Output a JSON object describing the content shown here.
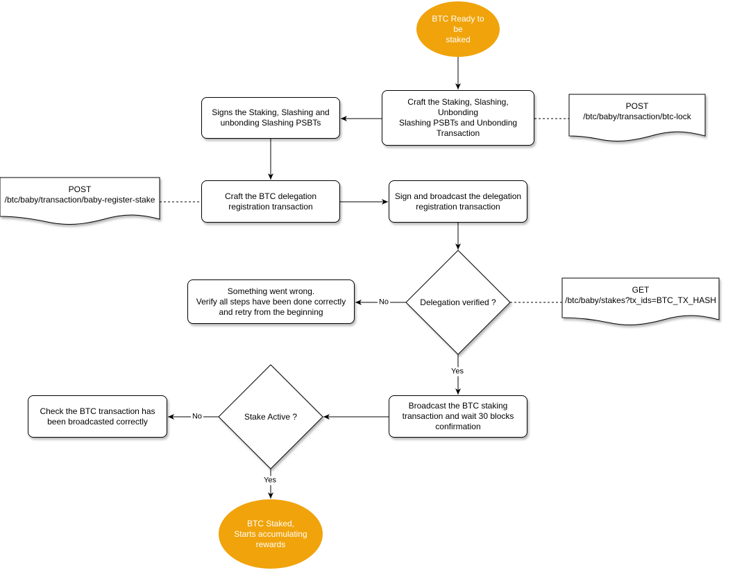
{
  "colors": {
    "accent": "#f0a30a",
    "line": "#000000",
    "background": "#ffffff"
  },
  "nodes": {
    "start": "BTC Ready to be\nstaked",
    "craft_psbts": "Craft the Staking, Slashing, Unbonding\nSlashing PSBTs and Unbonding\nTransaction",
    "sign_psbts": "Signs the Staking, Slashing and\nunbonding Slashing PSBTs",
    "craft_delegation": "Craft the BTC delegation\nregistration transaction",
    "sign_broadcast": "Sign and broadcast the delegation\nregistration transaction",
    "delegation_verified": "Delegation verified ?",
    "error": "Something went wrong.\nVerify all steps have been done correctly\nand retry from the beginning",
    "broadcast_wait": "Broadcast the BTC staking\ntransaction and wait 30 blocks\nconfirmation",
    "stake_active": "Stake Active ?",
    "check_broadcast": "Check the BTC transaction has\nbeen broadcasted correctly",
    "end": "BTC Staked,\nStarts accumulating\nrewards"
  },
  "api_notes": {
    "btc_lock": "POST\n/btc/baby/transaction/btc-lock",
    "register_stake": "POST\n/btc/baby/transaction/baby-register-stake",
    "stakes_query": "GET\n/btc/baby/stakes?tx_ids=BTC_TX_HASH"
  },
  "edge_labels": {
    "verified_no": "No",
    "verified_yes": "Yes",
    "active_no": "No",
    "active_yes": "Yes"
  }
}
